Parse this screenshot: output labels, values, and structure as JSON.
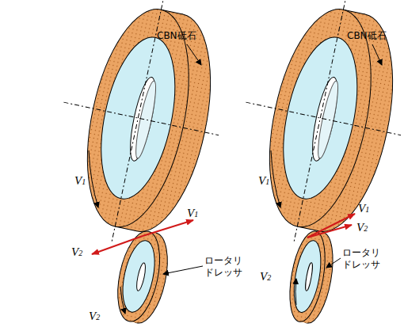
{
  "diagram": {
    "labels": [
      "CBN砥石",
      "V1",
      "V1",
      "V2",
      "ロータリ ドレッサ",
      "V2",
      "CBN砥石",
      "V1",
      "V1",
      "V2",
      "V2",
      "ロータリ ドレッサ"
    ]
  }
}
